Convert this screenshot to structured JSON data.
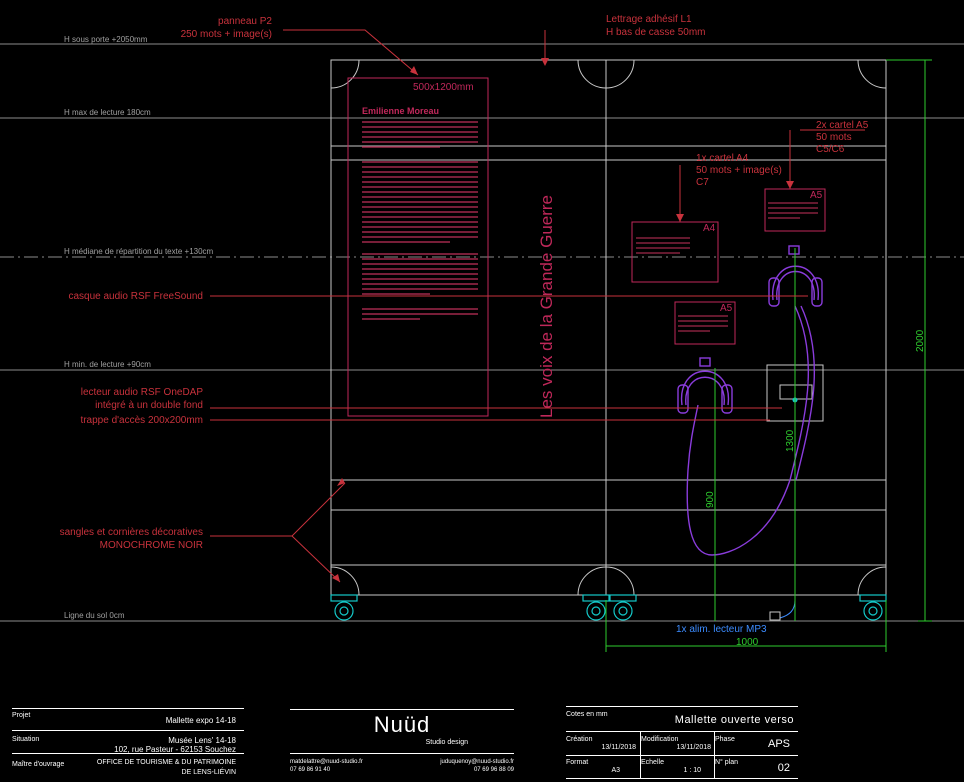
{
  "levels": {
    "h_sous_porte": "H sous porte +2050mm",
    "h_max": "H max de lecture 180cm",
    "h_mediane": "H médiane de répartition du texte +130cm",
    "h_min": "H min. de lecture +90cm",
    "sol": "Ligne du sol 0cm"
  },
  "annotations": {
    "panneau_1": "panneau P2",
    "panneau_2": "250 mots + image(s)",
    "lettrage_1": "Lettrage adhésif L1",
    "lettrage_2": "H bas de casse 50mm",
    "panel_size": "500x1200mm",
    "casque": "casque audio RSF FreeSound",
    "lecteur_1": "lecteur audio RSF OneDAP",
    "lecteur_2": "intégré à un double fond",
    "trappe": "trappe d'accès 200x200mm",
    "sangles_1": "sangles et cornières décoratives",
    "sangles_2": "MONOCHROME NOIR",
    "cartel_a5_1": "2x cartel A5",
    "cartel_a5_2": "50 mots",
    "cartel_a5_3": "C5/C6",
    "cartel_a4_1": "1x cartel A4",
    "cartel_a4_2": "50 mots + image(s)",
    "cartel_a4_3": "C7",
    "tag_a4": "A4",
    "tag_a5_top": "A5",
    "tag_a5_mid": "A5",
    "alim": "1x alim. lecteur MP3",
    "vertical_title": "Les voix de la Grande Guerre",
    "panel_title": "Emilienne Moreau"
  },
  "dimensions": {
    "height_total": "2000",
    "height_1300": "1300",
    "height_900": "900",
    "width": "1000"
  },
  "cartouche": {
    "projet_label": "Projet",
    "projet_value": "Mallette expo 14-18",
    "situation_label": "Situation",
    "situation_value_1": "Musée Lens' 14-18",
    "situation_value_2": "102, rue Pasteur - 62153 Souchez",
    "maitre_label": "Maître d'ouvrage",
    "maitre_value_1": "OFFICE DE TOURISME & DU PATRIMOINE",
    "maitre_value_2": "DE LENS-LIÉVIN",
    "logo": "Nuüd",
    "logo_sub": "Studio design",
    "contact_1_email": "matdelattre@nuud-studio.fr",
    "contact_1_phone": "07 69 86 91 40",
    "contact_2_email": "juduquenoy@nuud-studio.fr",
    "contact_2_phone": "07 69 96 88 09",
    "cotes": "Cotes en mm",
    "sheet_title": "Mallette ouverte verso",
    "creation_label": "Création",
    "creation_value": "13/11/2018",
    "modification_label": "Modification",
    "modification_value": "13/11/2018",
    "phase_label": "Phase",
    "phase_value": "APS",
    "format_label": "Format",
    "format_value": "A3",
    "echelle_label": "Echelle",
    "echelle_value": "1 : 10",
    "plan_label": "N° plan",
    "plan_value": "02"
  },
  "colors": {
    "annotation": "#c8323c",
    "panel": "#c0285a",
    "dimension": "#2ecc2e",
    "headphone": "#8a3cdc",
    "wheel": "#14c8c8",
    "alim_text": "#3c8cff",
    "structure": "#c8c8c8"
  }
}
